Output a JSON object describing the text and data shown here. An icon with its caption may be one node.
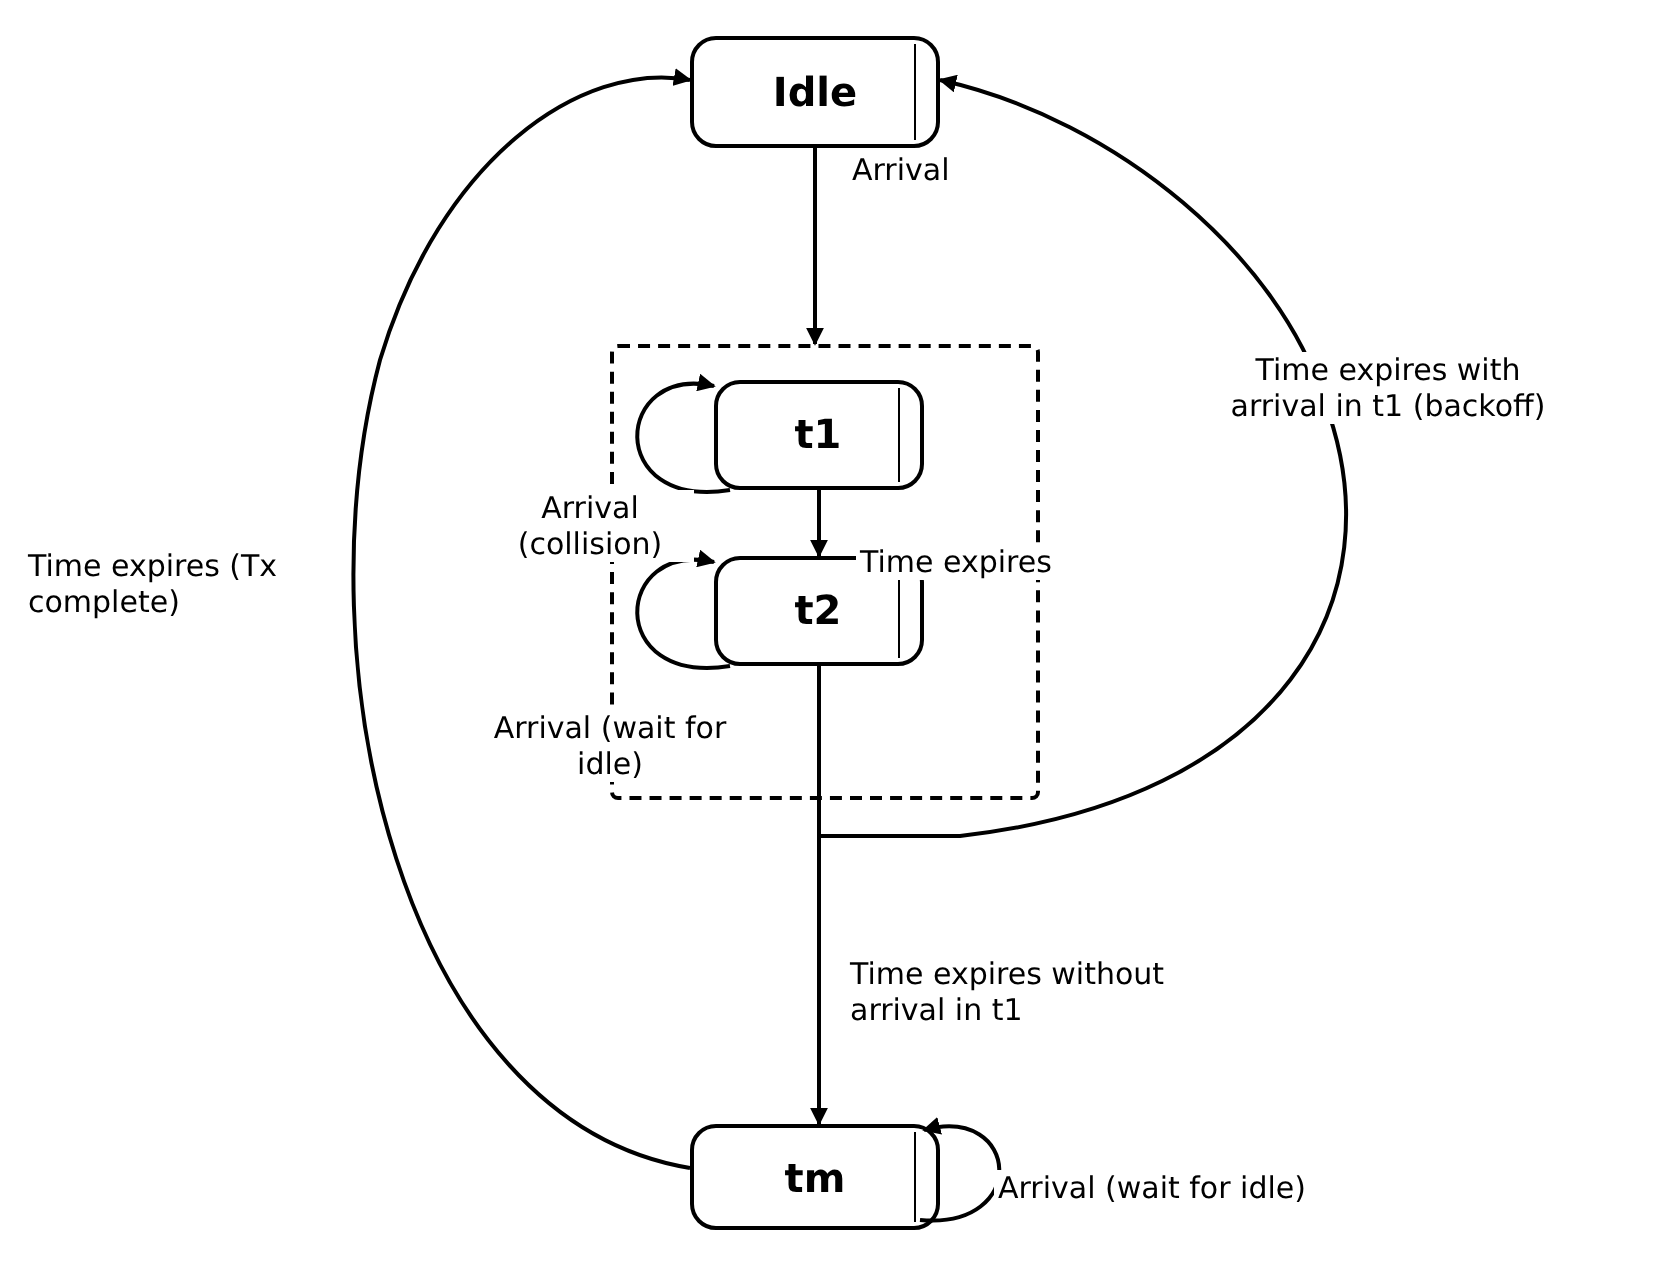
{
  "diagram": {
    "nodes": [
      {
        "text": [
          "Idle"
        ]
      },
      {
        "text": [],
        "shape": "box"
      },
      {
        "text": [
          "t1"
        ],
        "in": 1
      },
      {
        "text": [
          "t2"
        ],
        "in": 1
      },
      {
        "text": [
          "tm"
        ]
      }
    ],
    "edges": [
      {
        "from": 0,
        "to": 1,
        "arrow": "to",
        "label": "Arrival"
      },
      {
        "from": 2,
        "to": 2,
        "arrow": "to",
        "label": "Arrival (collision)"
      },
      {
        "from": 2,
        "to": 3,
        "arrow": "to",
        "label": "Time expires"
      },
      {
        "from": 3,
        "to": 3,
        "arrow": "to",
        "label": "Arrival (wait for idle)"
      },
      {
        "from": 3,
        "to": 0,
        "arrow": "to",
        "label": "Time expires with arrival in t1 (backoff)"
      },
      {
        "from": 3,
        "to": 4,
        "arrow": "to",
        "label": "Time expires without arrival in t1"
      },
      {
        "from": 4,
        "to": 0,
        "arrow": "to",
        "label": "Time expires (Tx complete)"
      },
      {
        "from": 4,
        "to": 4,
        "arrow": "to",
        "label": "Arrival (wait for idle)"
      }
    ]
  }
}
